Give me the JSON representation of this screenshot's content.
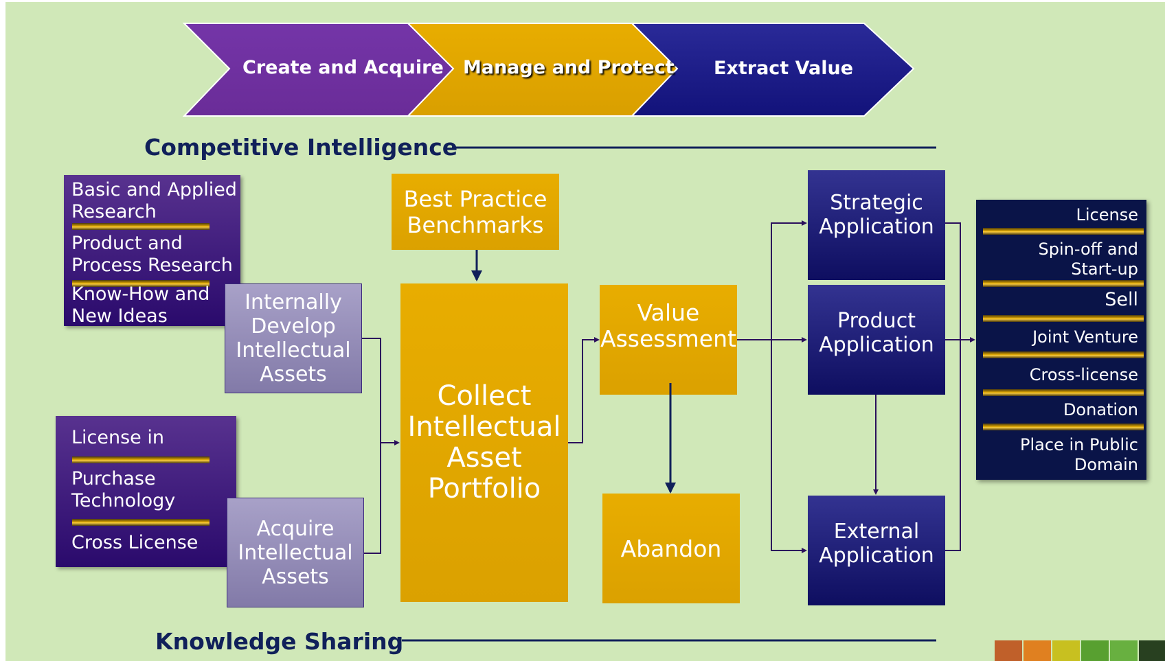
{
  "phases": [
    "Create and Acquire",
    "Manage and Protect",
    "Extract Value"
  ],
  "competitive_intelligence": "Competitive Intelligence",
  "knowledge_sharing": "Knowledge Sharing",
  "research_box": {
    "items": [
      [
        "Basic and Applied",
        "Research"
      ],
      [
        "Product and",
        "Process Research"
      ],
      [
        "Know-How and",
        "New Ideas"
      ]
    ]
  },
  "license_box": {
    "items": [
      [
        "License in"
      ],
      [
        "Purchase",
        "Technology"
      ],
      [
        "Cross License"
      ]
    ]
  },
  "internally_develop": [
    "Internally",
    "Develop",
    "Intellectual",
    "Assets"
  ],
  "acquire": [
    "Acquire",
    "Intellectual",
    "Assets"
  ],
  "best_practice": [
    "Best Practice",
    "Benchmarks"
  ],
  "collect": [
    "Collect",
    "Intellectual",
    "Asset",
    "Portfolio"
  ],
  "value_assessment": [
    "Value",
    "Assessment"
  ],
  "abandon": "Abandon",
  "strategic": [
    "Strategic",
    "Application"
  ],
  "product": [
    "Product",
    "Application"
  ],
  "external": [
    "External",
    "Application"
  ],
  "options": [
    [
      "License"
    ],
    [
      "Spin-off and",
      "Start-up"
    ],
    [
      "Sell"
    ],
    [
      "Joint Venture"
    ],
    [
      "Cross-license"
    ],
    [
      "Donation"
    ],
    [
      "Place in Public",
      "Domain"
    ]
  ],
  "colors": {
    "background": "#d0e8b8",
    "purple": "#7030a0",
    "gold": "#e5a800",
    "navy": "#1a1a80",
    "heading": "#10205a",
    "connector": "#2b0f5c"
  }
}
